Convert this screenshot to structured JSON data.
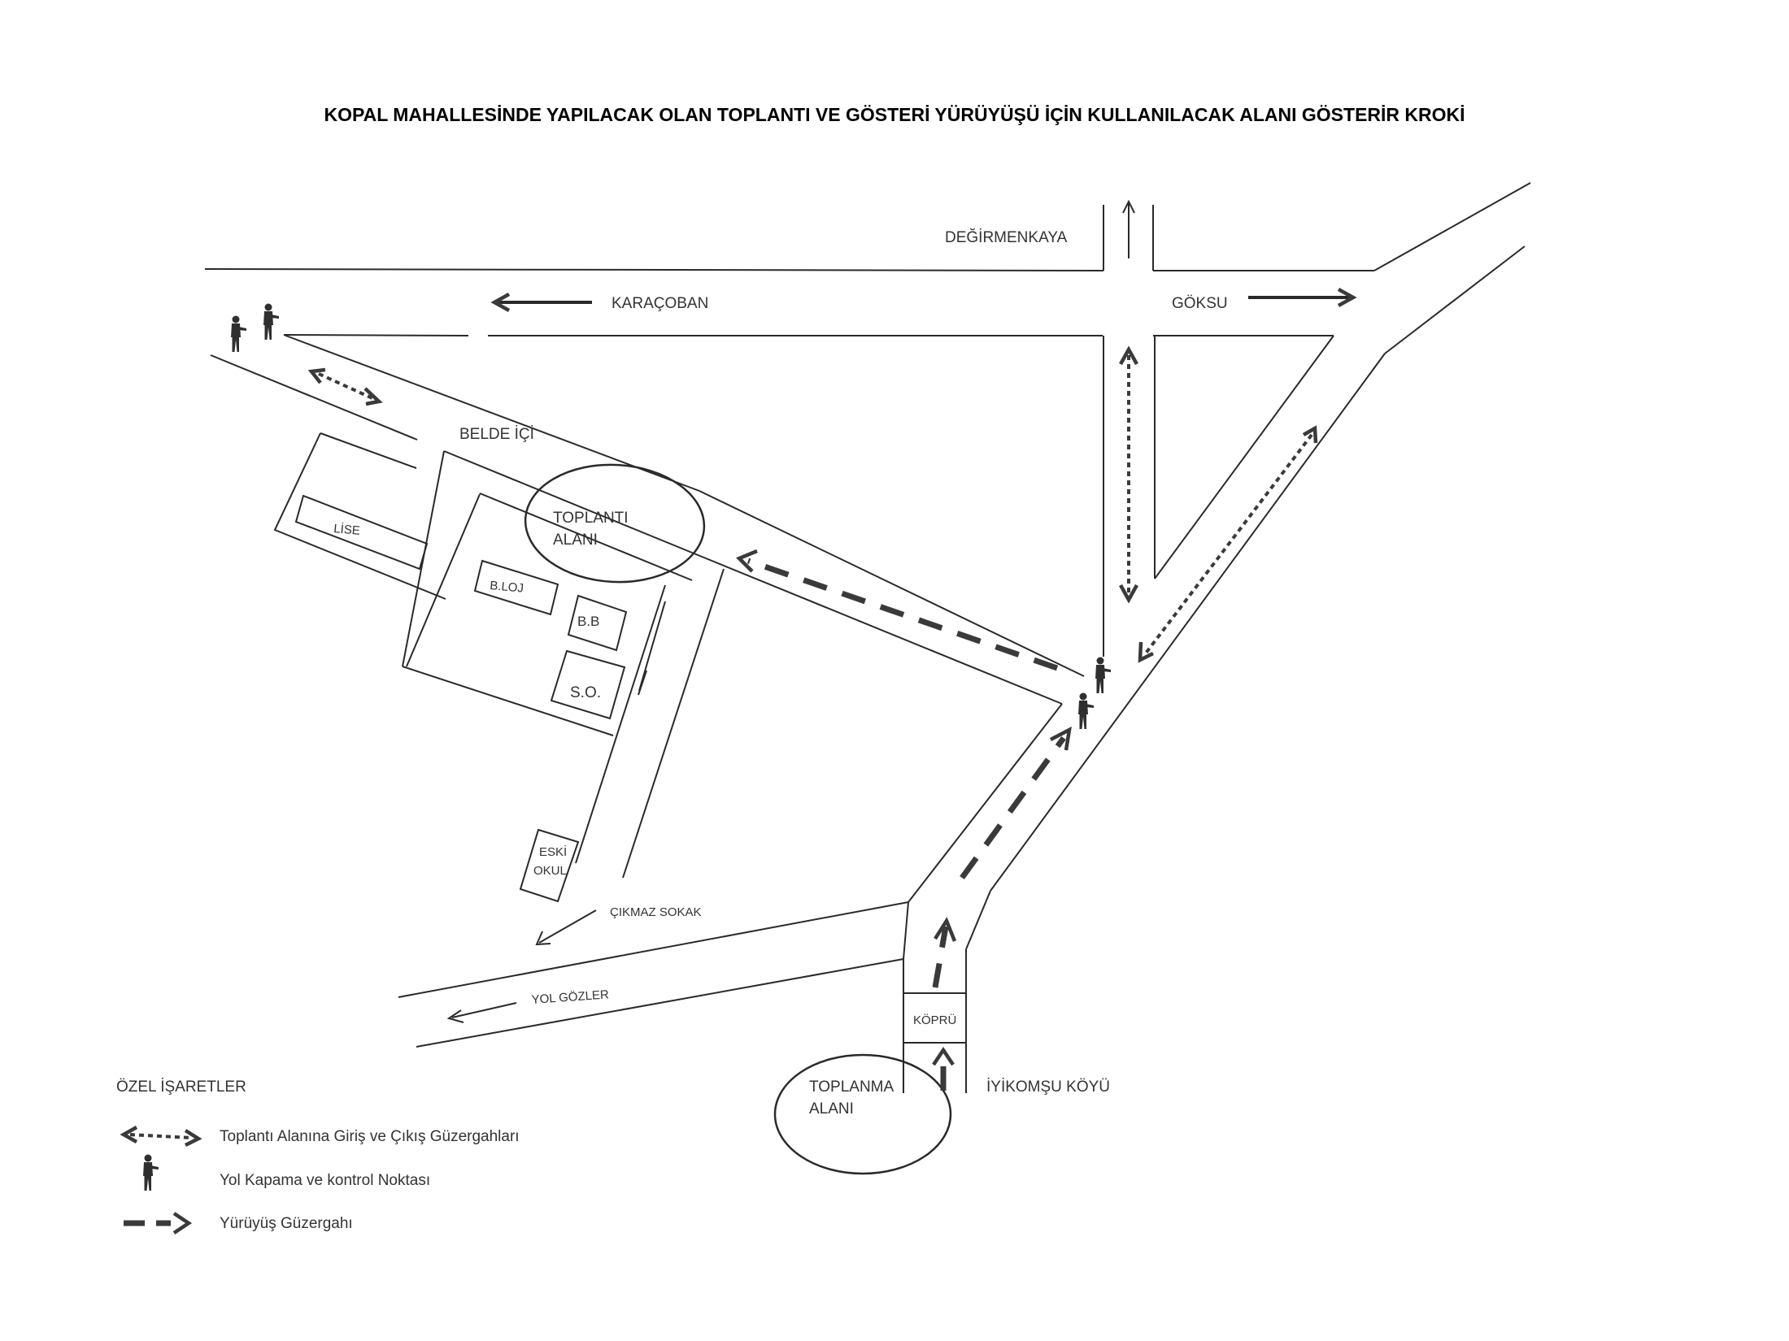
{
  "title": "KOPAL MAHALLESİNDE YAPILACAK OLAN TOPLANTI VE GÖSTERİ YÜRÜYÜŞÜ İÇİN KULLANILACAK ALANI GÖSTERİR KROKİ",
  "streets": {
    "degirmenkaya": "DEĞİRMENKAYA",
    "karacoban": "KARAÇOBAN",
    "goksu": "GÖKSU",
    "belde_ici": "BELDE İÇİ",
    "cikmaz_sokak": "ÇIKMAZ SOKAK",
    "yol_gozler": "YOL GÖZLER",
    "iyikomsu_koyu": "İYİKOMŞU KÖYÜ"
  },
  "buildings": {
    "lise": "LİSE",
    "bloj": "B.LOJ",
    "bb": "B.B",
    "so": "S.O.",
    "eski_okul_line1": "ESKİ",
    "eski_okul_line2": "OKUL",
    "kopru": "KÖPRÜ"
  },
  "areas": {
    "toplanti_line1": "TOPLANTI",
    "toplanti_line2": "ALANI",
    "toplanma_line1": "TOPLANMA",
    "toplanma_line2": "ALANI"
  },
  "legend": {
    "heading": "ÖZEL İŞARETLER",
    "items": [
      {
        "symbol": "dotted-double-arrow",
        "label": "Toplantı Alanına Giriş ve Çıkış Güzergahları"
      },
      {
        "symbol": "soldier-icon",
        "label": "Yol Kapama ve kontrol Noktası"
      },
      {
        "symbol": "dashed-arrow",
        "label": "Yürüyüş Güzergahı"
      }
    ]
  },
  "colors": {
    "line": "#2a2a2a",
    "route": "#3a3a3a",
    "text": "#333333"
  }
}
